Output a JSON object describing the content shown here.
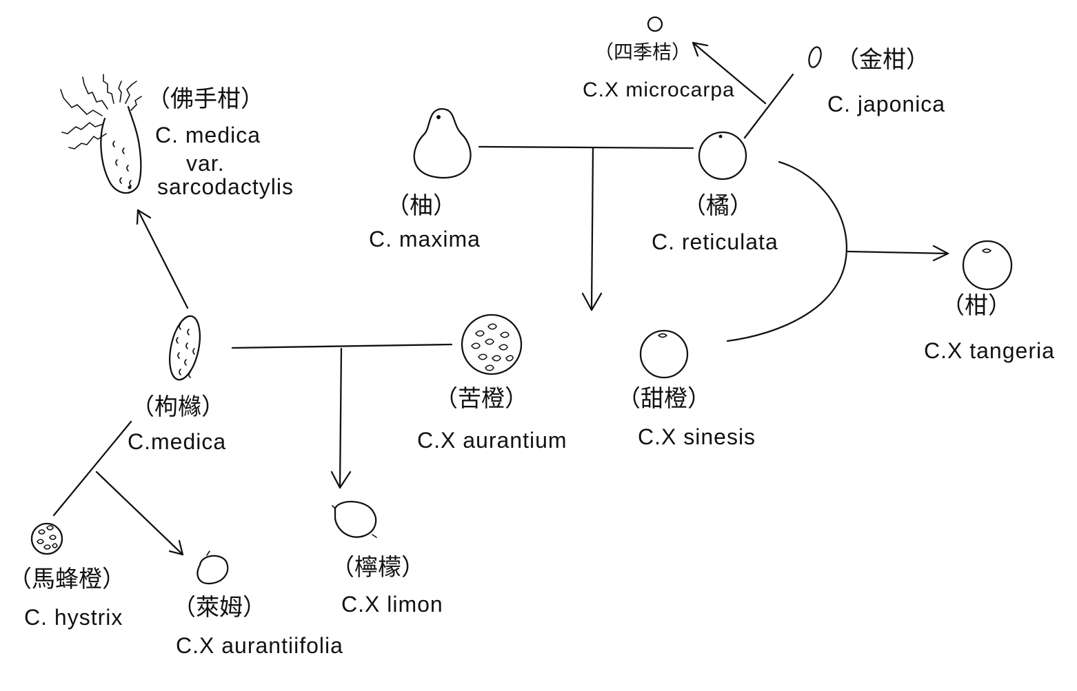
{
  "colors": {
    "ink": "#111111",
    "paper": "#ffffff"
  },
  "nodes": {
    "buddhas_hand": {
      "cn": "（佛手柑）",
      "latin": [
        "C. medica",
        "var.",
        "sarcodactylis"
      ]
    },
    "pomelo": {
      "cn": "（柚）",
      "latin": "C. maxima"
    },
    "calamansi": {
      "cn": "（四季桔）",
      "latin": "C.X microcarpa"
    },
    "kumquat": {
      "cn": "（金柑）",
      "latin": "C. japonica"
    },
    "mandarin": {
      "cn": "（橘）",
      "latin": "C. reticulata"
    },
    "tangerine": {
      "cn": "（柑）",
      "latin": "C.X tangeria"
    },
    "citron": {
      "cn": "（枸櫞）",
      "latin": "C.medica"
    },
    "bitter_orange": {
      "cn": "（苦橙）",
      "latin": "C.X aurantium"
    },
    "sweet_orange": {
      "cn": "（甜橙）",
      "latin": "C.X sinesis"
    },
    "kaffir_lime": {
      "cn": "（馬蜂橙）",
      "latin": "C. hystrix"
    },
    "lime": {
      "cn": "（萊姆）",
      "latin": "C.X aurantiifolia"
    },
    "lemon": {
      "cn": "（檸檬）",
      "latin": "C.X limon"
    }
  }
}
